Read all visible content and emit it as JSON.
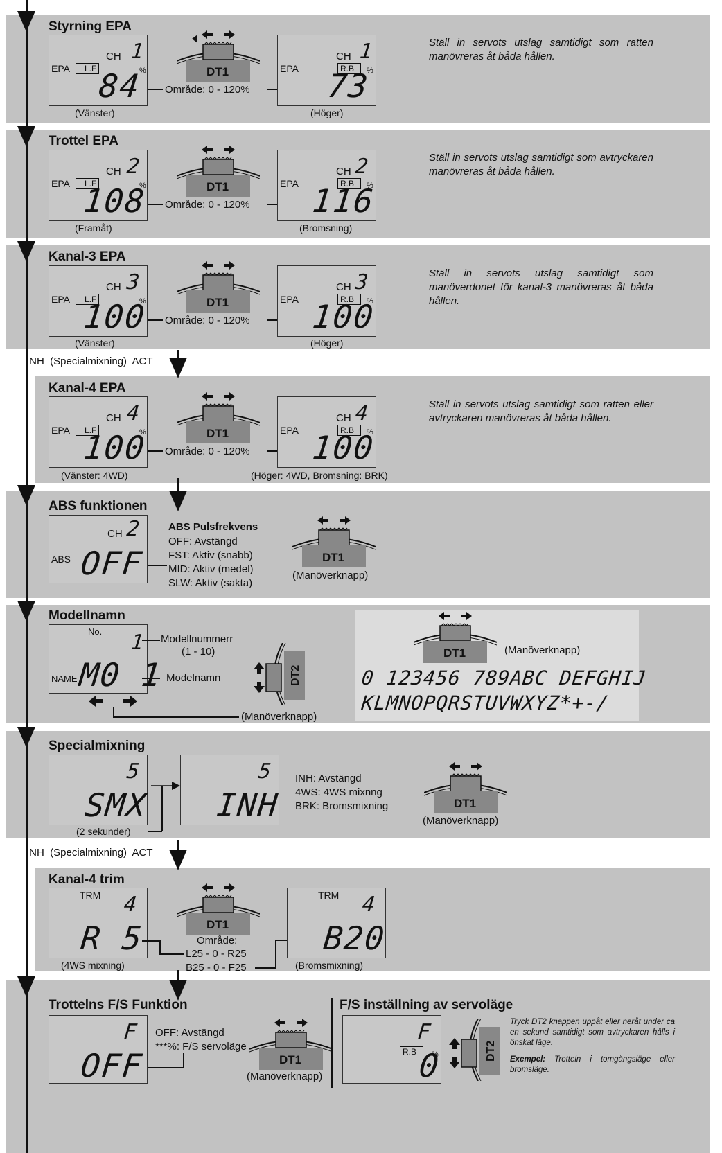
{
  "sections": {
    "s1": {
      "title": "Styrning EPA",
      "ch": "1",
      "left_value": "84",
      "right_value": "73",
      "range": "Område: 0 - 120%",
      "left_caption": "(Vänster)",
      "right_caption": "(Höger)",
      "desc": "Ställ in servots utslag samtidigt som ratten manövreras åt båda hållen."
    },
    "s2": {
      "title": "Trottel EPA",
      "ch": "2",
      "left_value": "108",
      "right_value": "116",
      "range": "Område: 0 - 120%",
      "left_caption": "(Framåt)",
      "right_caption": "(Bromsning)",
      "desc": "Ställ in servots utslag samtidigt som avtryckaren manövreras åt båda hållen."
    },
    "s3": {
      "title": "Kanal-3 EPA",
      "ch": "3",
      "left_value": "100",
      "right_value": "100",
      "range": "Område: 0 - 120%",
      "left_caption": "(Vänster)",
      "right_caption": "(Höger)",
      "desc": "Ställ in servots utslag samtidigt som manöverdonet för kanal-3 manövreras åt båda hållen."
    },
    "s4": {
      "title": "Kanal-4 EPA",
      "ch": "4",
      "left_value": "100",
      "right_value": "100",
      "range": "Område: 0 - 120%",
      "left_caption": "(Vänster: 4WD)",
      "right_caption": "(Höger: 4WD, Bromsning: BRK)",
      "desc": "Ställ in servots utslag samtidigt som ratten eller avtryckaren manövreras åt båda hållen."
    },
    "abs": {
      "title": "ABS funktionen",
      "ch": "2",
      "label": "ABS",
      "value": "OFF",
      "heading": "ABS Pulsfrekvens",
      "lines": [
        "OFF: Avstängd",
        "FST: Aktiv (snabb)",
        "MID: Aktiv (medel)",
        "SLW: Aktiv (sakta)"
      ],
      "knob_caption": "(Manöverknapp)"
    },
    "model": {
      "title": "Modellnamn",
      "no_label": "No.",
      "no_value": "1",
      "name_label": "NAME",
      "name_value": "M0 1",
      "num_caption": "Modellnummerr",
      "num_range": "(1 - 10)",
      "name_caption": "Modelnamn",
      "knob_caption": "(Manöverknapp)",
      "chars_caption": "(Manöverknapp)",
      "charset_line1": "0 123456 789ABC DEFGHIJ",
      "charset_line2": "KLMNOPQRSTUVWXYZ*+-/"
    },
    "smx": {
      "title": "Specialmixning",
      "digit": "5",
      "value1": "SMX",
      "value2": "INH",
      "caption": "(2 sekunder)",
      "lines": [
        "INH: Avstängd",
        "4WS: 4WS mixnng",
        "BRK: Bromsmixning"
      ],
      "knob_caption": "(Manöverknapp)"
    },
    "trim": {
      "title": "Kanal-4 trim",
      "label": "TRM",
      "digit": "4",
      "left_value": "R 5",
      "right_value": "B20",
      "range_title": "Område:",
      "range1": "L25 - 0 - R25",
      "range2": "B25 - 0 - F25",
      "left_caption": "(4WS mixning)",
      "right_caption": "(Bromsmixning)"
    },
    "fs": {
      "title": "Trottelns F/S Funktion",
      "digit": "F",
      "value": "OFF",
      "line1": "OFF: Avstängd",
      "line2": "***%: F/S servoläge",
      "knob_caption": "(Manöverknapp)",
      "title2": "F/S inställning av servoläge",
      "value2": "0",
      "desc": "Tryck DT2 knappen uppåt eller neråt under ca en sekund samtidigt som avtryckaren hålls i önskat läge.",
      "example_label": "Exempel:",
      "example": "Trotteln i tomgångsläge eller bromsläge."
    }
  },
  "common": {
    "epa": "EPA",
    "ch": "CH",
    "lf": "L.F",
    "rb": "R.B",
    "pct": "%",
    "dt1": "DT1",
    "dt2": "DT2",
    "inh_act": "INH  (Specialmixning)  ACT"
  }
}
